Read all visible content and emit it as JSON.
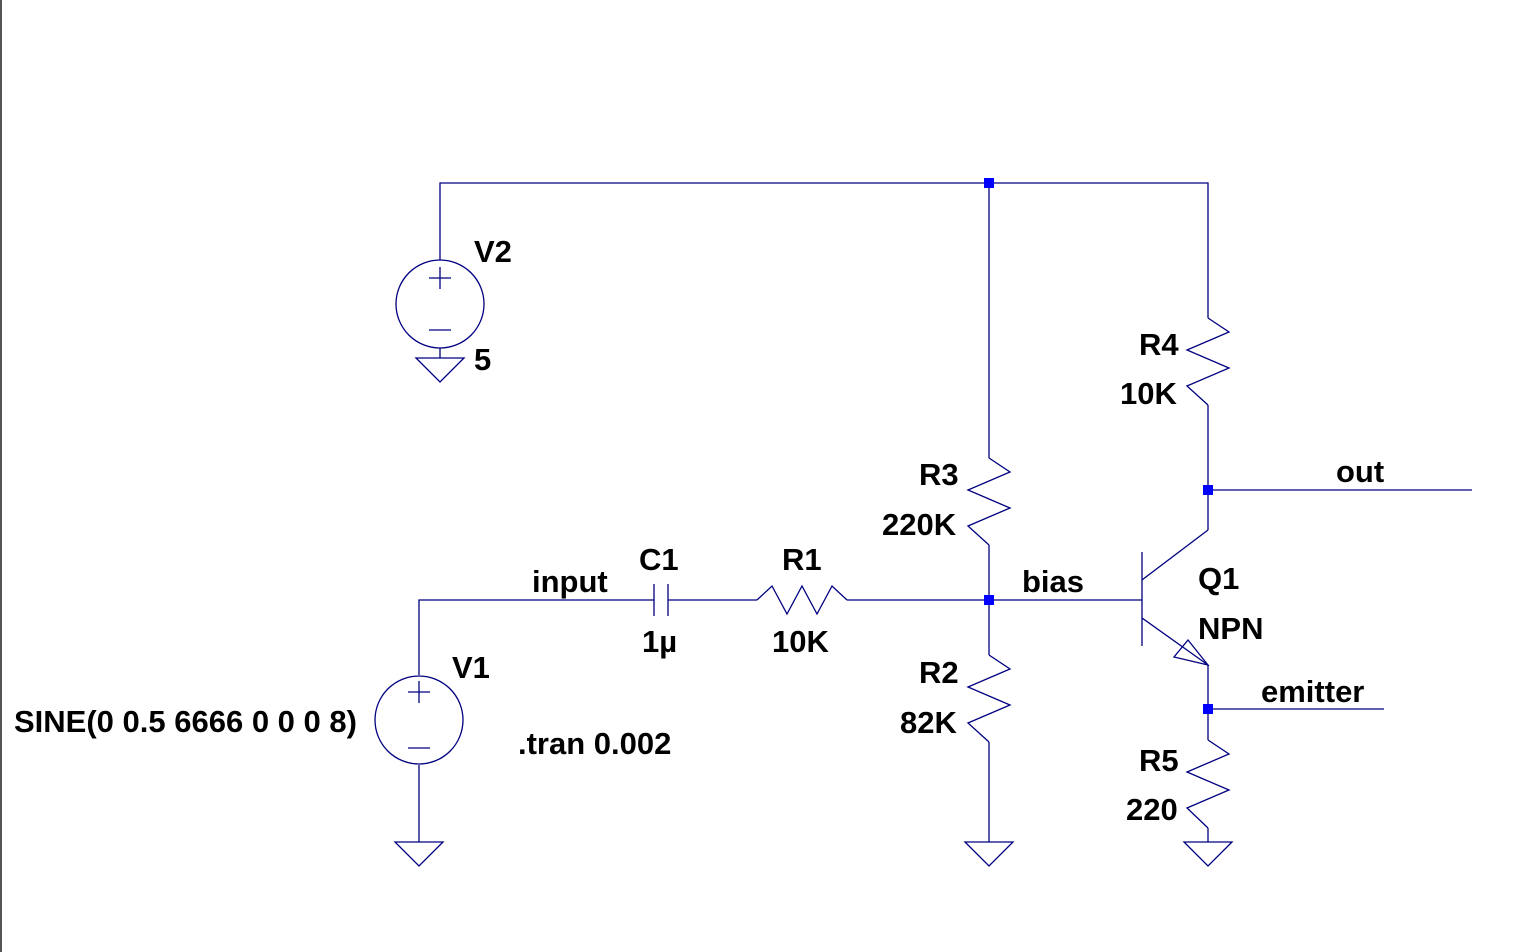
{
  "components": {
    "v1": {
      "name": "V1",
      "value": "SINE(0 0.5 6666 0 0 0 8)"
    },
    "v2": {
      "name": "V2",
      "value": "5"
    },
    "c1": {
      "name": "C1",
      "value": "1µ"
    },
    "r1": {
      "name": "R1",
      "value": "10K"
    },
    "r2": {
      "name": "R2",
      "value": "82K"
    },
    "r3": {
      "name": "R3",
      "value": "220K"
    },
    "r4": {
      "name": "R4",
      "value": "10K"
    },
    "r5": {
      "name": "R5",
      "value": "220"
    },
    "q1": {
      "name": "Q1",
      "value": "NPN"
    }
  },
  "nets": {
    "input": "input",
    "bias": "bias",
    "out": "out",
    "emitter": "emitter"
  },
  "directive": ".tran 0.002",
  "colors": {
    "wire": "#000080",
    "junction": "#0000ff",
    "text": "#000000",
    "background": "#ffffff"
  }
}
